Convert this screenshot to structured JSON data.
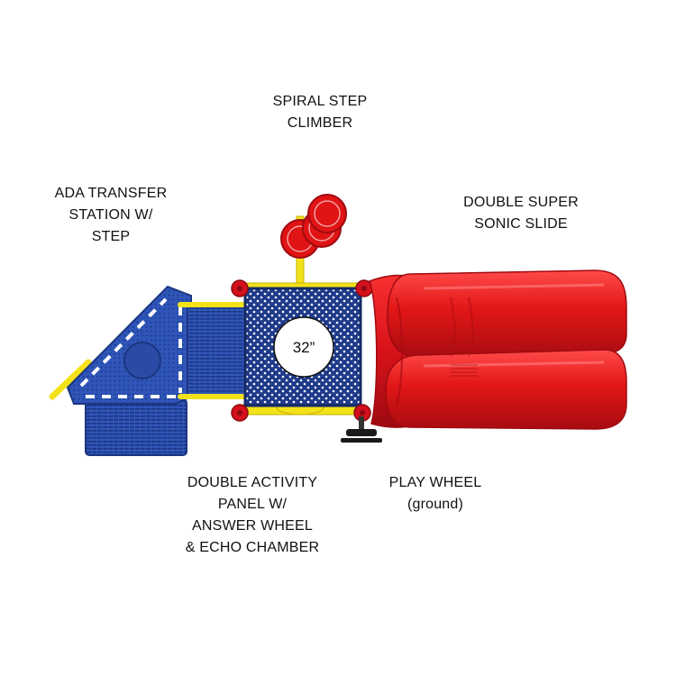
{
  "labels": {
    "spiral_step_climber": [
      "SPIRAL STEP",
      "CLIMBER"
    ],
    "ada_transfer_station": [
      "ADA TRANSFER",
      "STATION W/",
      "STEP"
    ],
    "double_super_sonic_slide": [
      "DOUBLE SUPER",
      "SONIC SLIDE"
    ],
    "double_activity_panel": [
      "DOUBLE ACTIVITY",
      "PANEL W/",
      "ANSWER WHEEL",
      "& ECHO CHAMBER"
    ],
    "play_wheel": [
      "PLAY WHEEL",
      "(ground)"
    ]
  },
  "deck_size_label": "32”",
  "colors": {
    "deck_blue": "#1f3a8a",
    "deck_dark": "#142a66",
    "panel_blue": "#2f55b8",
    "post_red": "#d4101c",
    "slide_red": "#e01414",
    "slide_dark": "#9e0a10",
    "rail_yellow": "#f3e21a",
    "rail_yellow_dark": "#c9b300",
    "wheel_black": "#1a1a1a",
    "white": "#ffffff"
  }
}
